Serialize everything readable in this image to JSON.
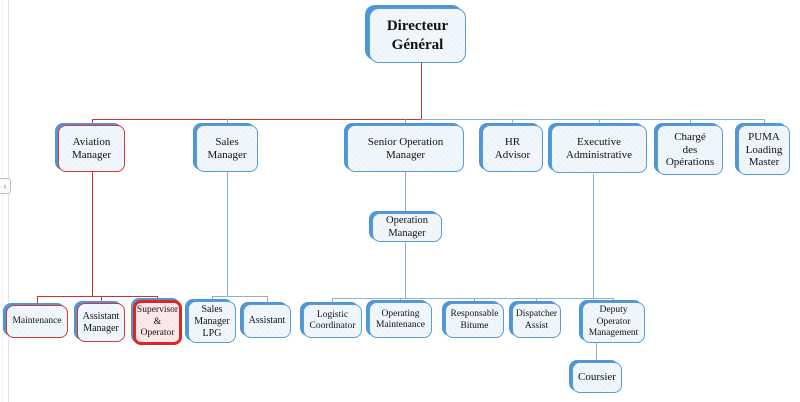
{
  "org": {
    "root": "Directeur\nGénéral",
    "level2": [
      "Aviation\nManager",
      "Sales\nManager",
      "Senior Operation\nManager",
      "HR\nAdvisor",
      "Executive\nAdministrative",
      "Chargé\ndes\nOpérations",
      "PUMA\nLoading\nMaster"
    ],
    "level3": [
      "Operation\nManager"
    ],
    "level4": [
      "Maintenance",
      "Assistant\nManager",
      "Supervisor\n&\nOperator",
      "Sales\nManager\nLPG",
      "Assistant",
      "Logistic\nCoordinator",
      "Operating\nMaintenance",
      "Responsable\nBitume",
      "Dispatcher\nAssist",
      "Deputy\nOperator\nManagement"
    ],
    "level5": [
      "Coursier"
    ]
  },
  "ui": {
    "collapse_handle_icon": "‹"
  },
  "palette": {
    "blue_border": "#5b9bd5",
    "blue_shadow": "#4e96d6",
    "blue_line": "#8ab1da",
    "red_line": "#cc3333",
    "red_border": "#cf3a3a",
    "red_thick_border": "#e02525",
    "box_background": "#f2f7fc",
    "pink_background": "#fbeaea"
  }
}
